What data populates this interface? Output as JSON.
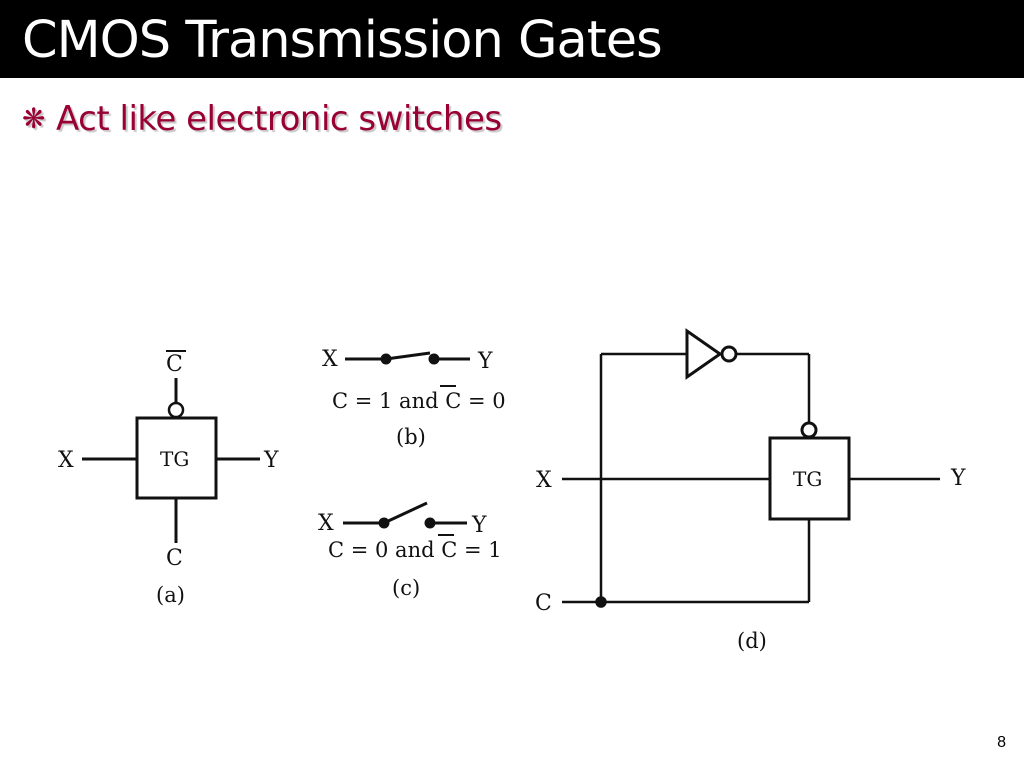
{
  "slide": {
    "title": "CMOS Transmission Gates",
    "bullet": "Act like electronic switches",
    "bullet_icon": "asterisk-bullet-icon",
    "page_number": "8",
    "accent_color": "#990033"
  },
  "figure_a": {
    "c_bar_label": "C",
    "input_label": "X",
    "gate_label": "TG",
    "output_label": "Y",
    "c_label": "C",
    "caption": "(a)"
  },
  "figure_b": {
    "input_label": "X",
    "output_label": "Y",
    "condition_part1": "C = 1 and ",
    "condition_cbar": "C",
    "condition_part2": " = 0",
    "caption": "(b)",
    "switch_state": "closed"
  },
  "figure_c": {
    "input_label": "X",
    "output_label": "Y",
    "condition_part1": "C = 0 and ",
    "condition_cbar": "C",
    "condition_part2": " = 1",
    "caption": "(c)",
    "switch_state": "open"
  },
  "figure_d": {
    "input_label": "X",
    "gate_label": "TG",
    "output_label": "Y",
    "c_label": "C",
    "caption": "(d)"
  }
}
